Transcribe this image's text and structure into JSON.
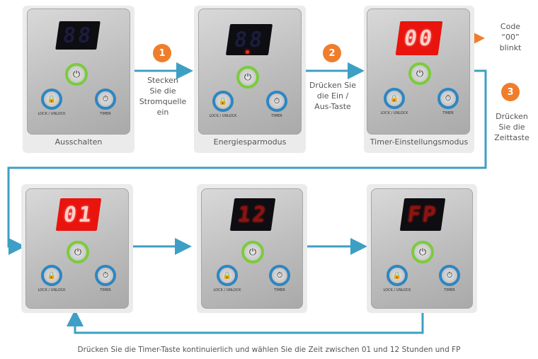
{
  "devices": [
    {
      "caption": "Ausschalten",
      "display": "88",
      "lock": "LOCK / UNLOCK",
      "timer": "TIMER"
    },
    {
      "caption": "Energiesparmodus",
      "display": "88",
      "lock": "LOCK / UNLOCK",
      "timer": "TIMER"
    },
    {
      "caption": "Timer-Einstellungsmodus",
      "display": "00",
      "lock": "LOCK / UNLOCK",
      "timer": "TIMER"
    },
    {
      "caption": "",
      "display": "01",
      "lock": "LOCK / UNLOCK",
      "timer": "TIMER"
    },
    {
      "caption": "",
      "display": "12",
      "lock": "LOCK / UNLOCK",
      "timer": "TIMER"
    },
    {
      "caption": "",
      "display": "FP",
      "lock": "LOCK / UNLOCK",
      "timer": "TIMER"
    }
  ],
  "steps": [
    {
      "number": "1",
      "text": [
        "Stecken",
        "Sie die",
        "Stromquelle",
        "ein"
      ]
    },
    {
      "number": "2",
      "text": [
        "Drücken Sie",
        "die Ein /",
        "Aus-Taste"
      ]
    },
    {
      "number": "3",
      "text": [
        "Drücken",
        "Sie die",
        "Zeittaste"
      ]
    }
  ],
  "note": [
    "Code",
    "“00”",
    "blinkt"
  ],
  "bottom_text": "Drücken Sie die Timer-Taste kontinuierlich und wählen Sie die Zeit zwischen 01 und 12 Stunden und FP",
  "colors": {
    "arrow": "#3e9fc4",
    "badge": "#ef7d2c",
    "display_red": "#e8140d",
    "power_ring": "#7ccb3c",
    "button_ring": "#2e86c1"
  }
}
